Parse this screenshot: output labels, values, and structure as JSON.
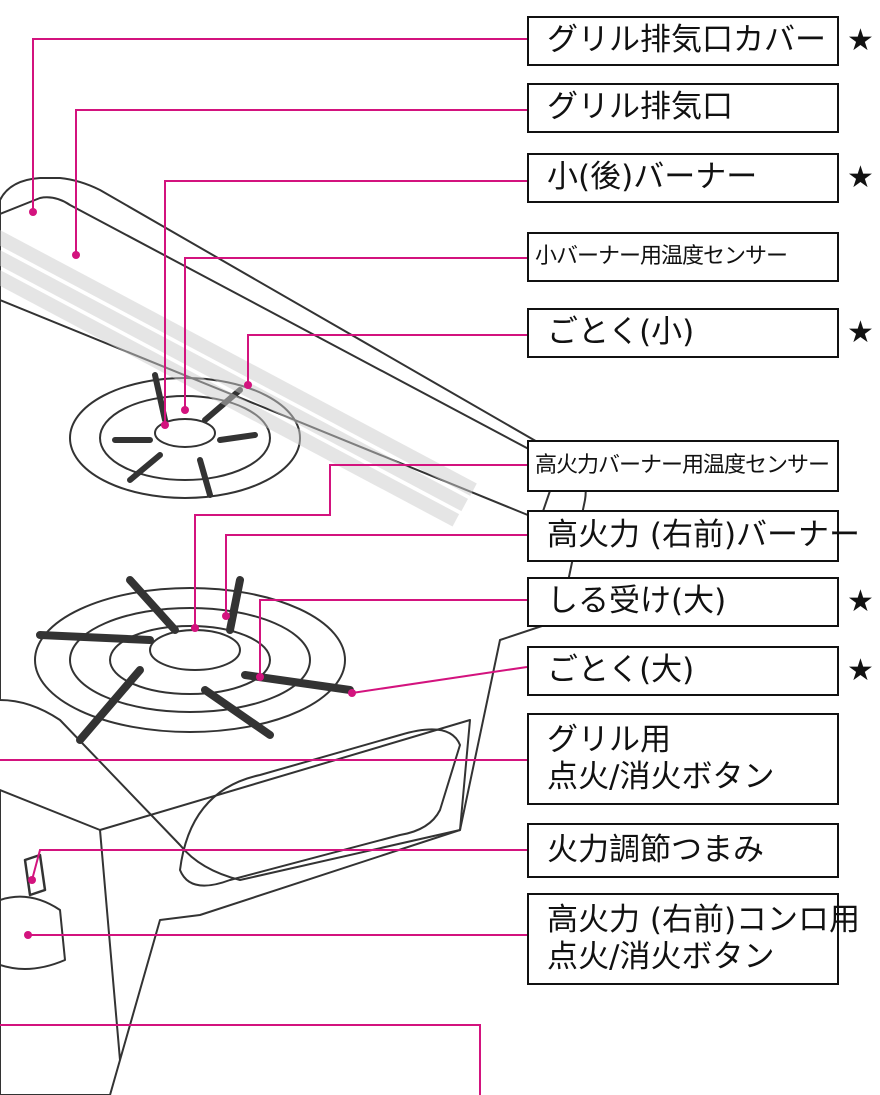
{
  "labels": [
    {
      "text": "グリル排気口カバー",
      "star": true
    },
    {
      "text": "グリル排気口",
      "star": false
    },
    {
      "text": "小(後)バーナー",
      "star": true
    },
    {
      "text": "小バーナー用温度センサー",
      "star": false
    },
    {
      "text": "ごとく(小)",
      "star": true
    },
    {
      "text": "高火力バーナー用温度センサー",
      "star": false
    },
    {
      "text": "高火力 (右前)バーナー",
      "star": false
    },
    {
      "text": "しる受け(大)",
      "star": true
    },
    {
      "text": "ごとく(大)",
      "star": true
    },
    {
      "lines": [
        "グリル用",
        "点火/消火ボタン"
      ],
      "star": false
    },
    {
      "text": "火力調節つまみ",
      "star": false
    },
    {
      "lines": [
        "高火力 (右前)コンロ用",
        "点火/消火ボタン"
      ],
      "star": false
    }
  ],
  "star_symbol": "★",
  "colors": {
    "leader": "#d3137e",
    "outline": "#333333"
  }
}
